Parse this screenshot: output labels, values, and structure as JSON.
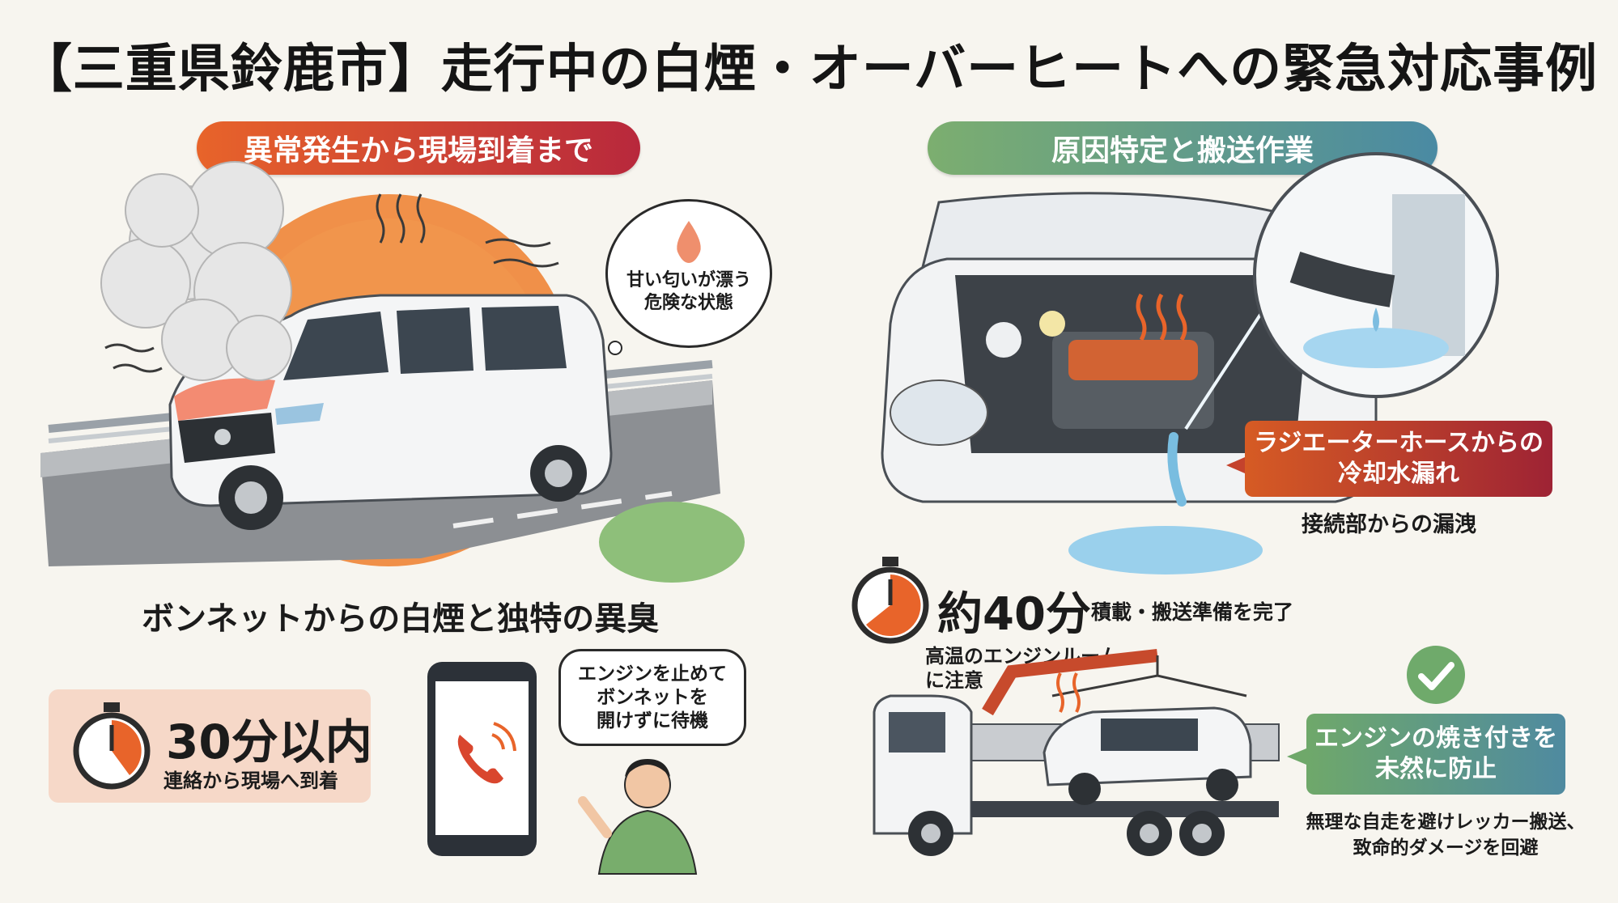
{
  "title": "【三重県鈴鹿市】走行中の白煙・オーバーヒートへの緊急対応事例",
  "left": {
    "header": "異常発生から現場到着まで",
    "thought": [
      "甘い匂いが漂う",
      "危険な状態"
    ],
    "caption": "ボンネットからの白煙と独特の異臭",
    "time": {
      "value": "30分以内",
      "desc": "連絡から現場へ到着"
    },
    "speech": [
      "エンジンを止めて",
      "ボンネットを",
      "開けずに待機"
    ]
  },
  "right": {
    "header": "原因特定と搬送作業",
    "callout": {
      "lines": [
        "ラジエーターホースからの",
        "冷却水漏れ"
      ],
      "sub": "接続部からの漏洩"
    },
    "time": {
      "value": "約40分",
      "desc": "積載・搬送準備を完了"
    },
    "note": [
      "高温のエンジンルーム",
      "に注意"
    ],
    "result": {
      "lines": [
        "エンジンの焼き付きを",
        "未然に防止"
      ],
      "sub": [
        "無理な自走を避けレッカー搬送、",
        "致命的ダメージを回避"
      ]
    }
  },
  "colors": {
    "orange": "#e8642a",
    "red": "#b8283c",
    "green": "#7cae6f",
    "teal": "#4a8aa3",
    "background": "#f7f5ef"
  },
  "icons": [
    "droplet-icon",
    "stopwatch-icon",
    "phone-icon",
    "checkmark-icon",
    "heat-waves-icon"
  ]
}
